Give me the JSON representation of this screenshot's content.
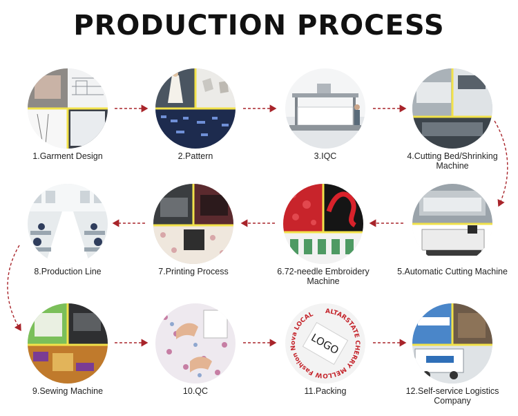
{
  "title": "PRODUCTION PROCESS",
  "steps": [
    {
      "label": "1.Garment Design",
      "icon": "garment-design-photo"
    },
    {
      "label": "2.Pattern",
      "icon": "pattern-photo"
    },
    {
      "label": "3.IQC",
      "icon": "iqc-photo"
    },
    {
      "label": "4.Cutting Bed/Shrinking Machine",
      "icon": "cutting-bed-photo"
    },
    {
      "label": "5.Automatic Cutting Machine",
      "icon": "automatic-cutting-photo"
    },
    {
      "label": "6.72-needle Embroidery Machine",
      "icon": "embroidery-photo"
    },
    {
      "label": "7.Printing Process",
      "icon": "printing-photo"
    },
    {
      "label": "8.Production Line",
      "icon": "production-line-photo"
    },
    {
      "label": "9.Sewing Machine",
      "icon": "sewing-machine-photo"
    },
    {
      "label": "10.QC",
      "icon": "qc-photo"
    },
    {
      "label": "11.Packing",
      "icon": "packing-photo"
    },
    {
      "label": "12.Self-service Logistics Company",
      "icon": "logistics-photo"
    }
  ],
  "packing_print": {
    "logo": "LOGO",
    "ring_text": "ALTARSTATE  CHERRY MELLOW  Fashion Nova  LOCAL"
  },
  "colors": {
    "arrow": "#a8242a",
    "divider": "#f2e24a",
    "title": "#111111"
  }
}
